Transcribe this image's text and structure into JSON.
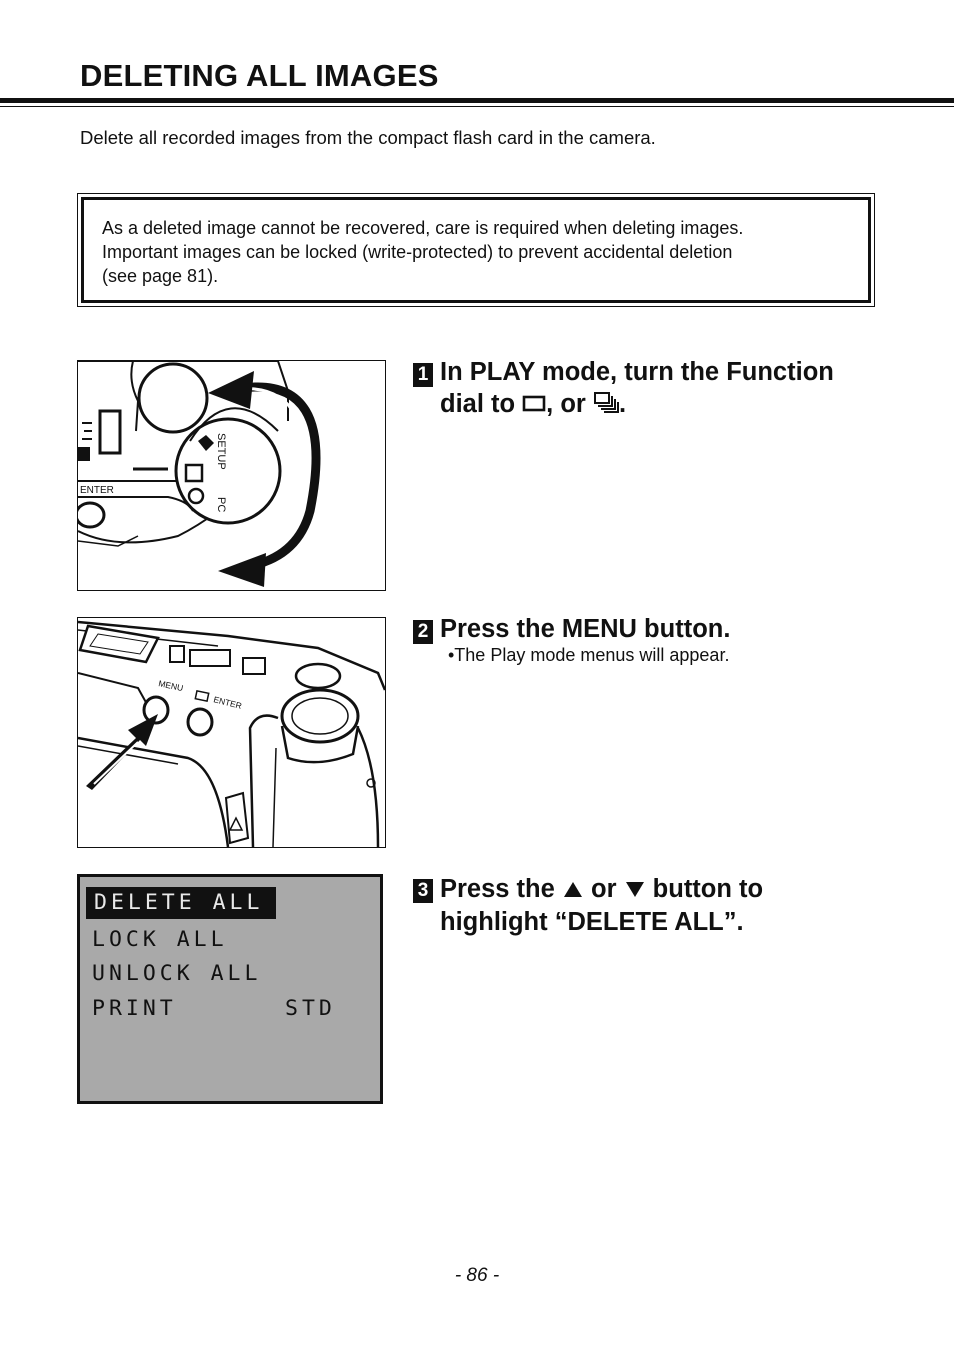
{
  "page": {
    "title": "DELETING ALL IMAGES",
    "intro": "Delete all recorded images from the compact flash card in the camera.",
    "page_number": "- 86 -"
  },
  "note": {
    "lines": [
      "As a deleted image cannot be recovered, care is required when deleting images.",
      "Important images can be locked (write-protected) to prevent accidental deletion",
      "(see page 81)."
    ]
  },
  "figure1": {
    "dial_labels": {
      "setup": "SETUP",
      "pc": "PC",
      "enter": "ENTER"
    }
  },
  "figure2": {
    "button_labels": {
      "menu": "MENU",
      "enter": "ENTER"
    }
  },
  "steps": [
    {
      "number": "1",
      "heading_line1": "In PLAY mode, turn the Function",
      "heading_line2_prefix": "dial to ",
      "heading_line2_mid": ", or ",
      "heading_line2_suffix": ".",
      "icons": [
        "single-frame-icon",
        "multi-frame-icon"
      ]
    },
    {
      "number": "2",
      "heading": "Press the MENU button.",
      "sub": "•The Play mode menus will appear."
    },
    {
      "number": "3",
      "heading_line1_prefix": "Press the ",
      "heading_line1_mid": " or ",
      "heading_line1_suffix": " button to",
      "heading_line2": "highlight “DELETE ALL”.",
      "icons": [
        "up-triangle-icon",
        "down-triangle-icon"
      ]
    }
  ],
  "lcd_menu": {
    "items": [
      {
        "label": "DELETE ALL",
        "value": "",
        "highlighted": true
      },
      {
        "label": "LOCK ALL",
        "value": ""
      },
      {
        "label": "UNLOCK ALL",
        "value": ""
      },
      {
        "label": "PRINT",
        "value": "STD"
      }
    ],
    "background": "#a9a9a9",
    "highlight_color": "#111111"
  }
}
